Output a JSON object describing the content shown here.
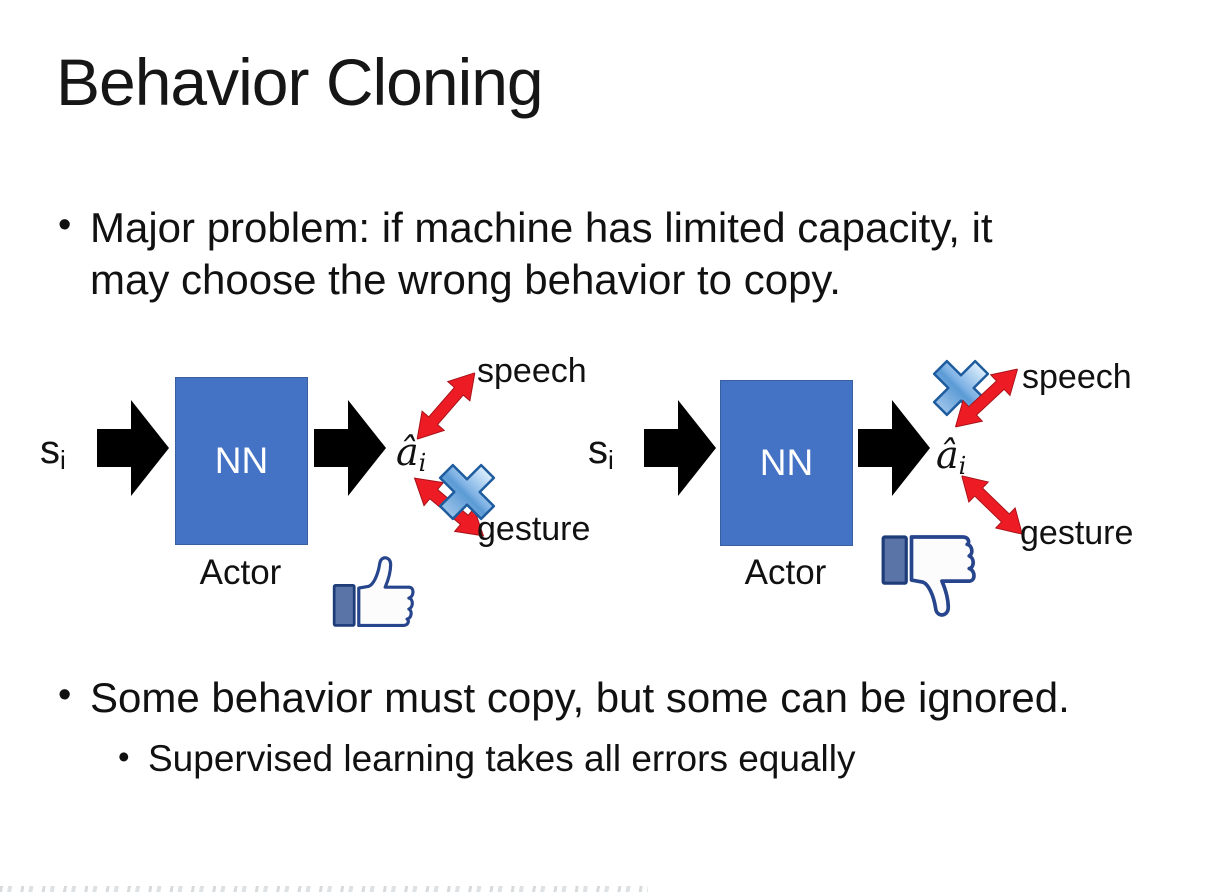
{
  "slide": {
    "title": "Behavior Cloning",
    "bullet_marker": "•",
    "bullets": {
      "b1_line1": "Major problem: if machine has limited capacity, it",
      "b1_line2": "may choose the wrong behavior to copy.",
      "b2": "Some behavior must copy, but some can be ignored.",
      "b3": "Supervised learning takes all errors equally"
    },
    "diagram_left": {
      "input_base": "s",
      "input_sub": "i",
      "box_text": "NN",
      "box_label": "Actor",
      "output_base": "â",
      "output_sub": "i",
      "speech_label": "speech",
      "gesture_label": "gesture",
      "feedback_icon": "thumbs-up-icon",
      "rejected_action": "gesture"
    },
    "diagram_right": {
      "input_base": "s",
      "input_sub": "i",
      "box_text": "NN",
      "box_label": "Actor",
      "output_base": "â",
      "output_sub": "i",
      "speech_label": "speech",
      "gesture_label": "gesture",
      "feedback_icon": "thumbs-down-icon",
      "rejected_action": "speech"
    },
    "icons": {
      "block_arrow": "black-block-arrow-icon",
      "double_arrow": "red-double-arrow-icon",
      "reject_x": "blue-x-reject-icon",
      "thumb_up": "thumbs-up-icon",
      "thumb_down": "thumbs-down-icon"
    },
    "colors": {
      "nn_box_fill": "#4472C4",
      "nn_box_border": "#3A5F9E",
      "block_arrow": "#000000",
      "red_arrow": "#ED1C24",
      "x_blue_mid": "#5B9BD5",
      "x_blue_border": "#1F5C9E",
      "thumb_outline": "#27458C",
      "thumb_cuff": "#5B74A8",
      "text": "#1A1A1A",
      "background": "#FFFFFF"
    }
  }
}
